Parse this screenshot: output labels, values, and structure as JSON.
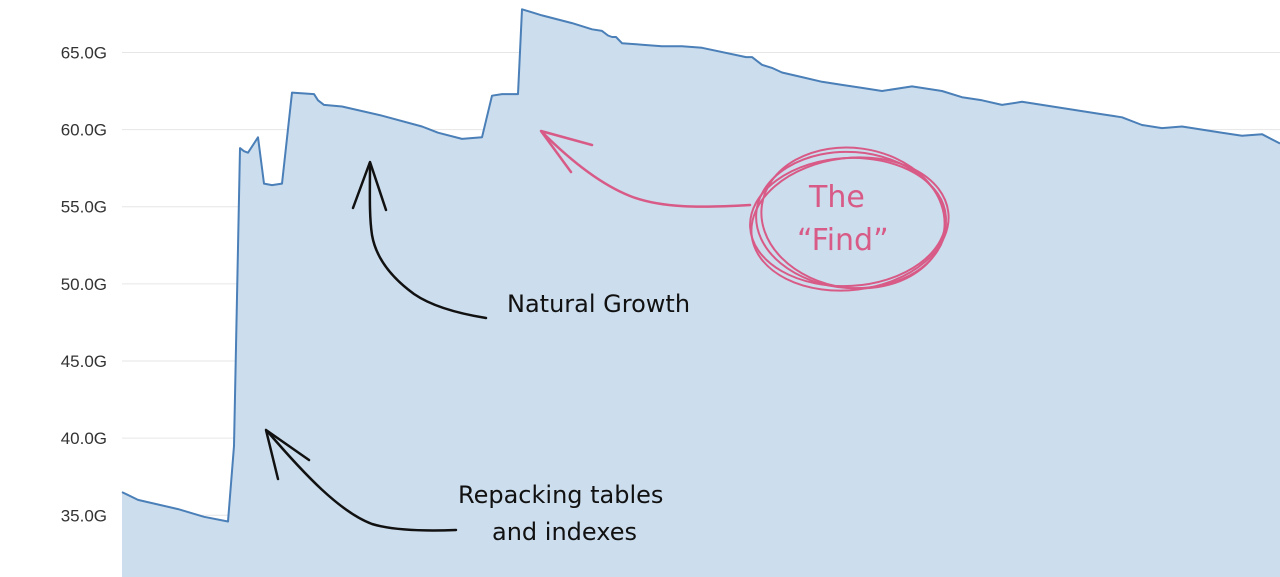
{
  "chart_data": {
    "type": "area",
    "title": "",
    "xlabel": "",
    "ylabel": "",
    "yunit": "G",
    "ylim": [
      31.0,
      68.4
    ],
    "yticks": [
      35.0,
      40.0,
      45.0,
      50.0,
      55.0,
      60.0,
      65.0
    ],
    "ytick_labels": [
      "35.0G",
      "40.0G",
      "45.0G",
      "50.0G",
      "55.0G",
      "60.0G",
      "65.0G"
    ],
    "grid": true,
    "colors": {
      "line": "#4a7fb8",
      "fill": "#ccdded",
      "grid": "#e6e6e6",
      "find_note": "#d85a86",
      "notes": "#111111"
    },
    "x": [
      0,
      16,
      56,
      82,
      106,
      112,
      118,
      122,
      126,
      136,
      142,
      150,
      160,
      170,
      192,
      196,
      202,
      220,
      260,
      300,
      316,
      340,
      360,
      370,
      380,
      396,
      400,
      410,
      420,
      450,
      470,
      480,
      486,
      490,
      494,
      500,
      520,
      540,
      560,
      580,
      624,
      630,
      640,
      650,
      660,
      680,
      700,
      720,
      740,
      760,
      790,
      820,
      840,
      860,
      880,
      900,
      920,
      940,
      960,
      980,
      990,
      1000,
      1020,
      1040,
      1060,
      1080,
      1100,
      1120,
      1140,
      1158
    ],
    "values": [
      36.5,
      36.0,
      35.4,
      34.9,
      34.6,
      39.5,
      58.8,
      58.6,
      58.5,
      59.5,
      56.5,
      56.4,
      56.5,
      62.4,
      62.3,
      61.9,
      61.6,
      61.5,
      60.9,
      60.2,
      59.8,
      59.4,
      59.5,
      62.2,
      62.3,
      62.3,
      67.8,
      67.6,
      67.4,
      66.9,
      66.5,
      66.4,
      66.1,
      66.0,
      66.0,
      65.6,
      65.5,
      65.4,
      65.4,
      65.3,
      64.7,
      64.7,
      64.2,
      64.0,
      63.7,
      63.4,
      63.1,
      62.9,
      62.7,
      62.5,
      62.8,
      62.5,
      62.1,
      61.9,
      61.6,
      61.8,
      61.6,
      61.4,
      61.2,
      61.0,
      60.9,
      60.8,
      60.3,
      60.1,
      60.2,
      60.0,
      59.8,
      59.6,
      59.7,
      59.1
    ]
  },
  "annotations": {
    "natural_growth": "Natural Growth",
    "repacking_line1": "Repacking tables",
    "repacking_line2": "and indexes",
    "find_line1": "The",
    "find_line2": "“Find”"
  }
}
